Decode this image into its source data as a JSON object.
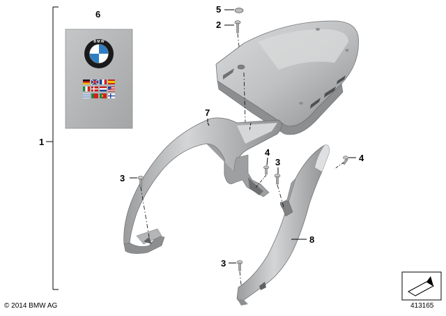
{
  "callouts": {
    "c1": "1",
    "c2": "2",
    "c3a": "3",
    "c3b": "3",
    "c3c": "3",
    "c4a": "4",
    "c4b": "4",
    "c5": "5",
    "c6": "6",
    "c7": "7",
    "c8": "8"
  },
  "footer": {
    "copyright": "© 2014 BMW AG",
    "diagram_number": "413165"
  },
  "manual_cover": {
    "logo_letters": "BMW",
    "flag_colors": [
      "#d11f1f",
      "#1b3f95",
      "#f2c200",
      "#1c8a3e",
      "#ffffff",
      "#c21a1a"
    ]
  },
  "colors": {
    "part_light": "#c4c6c8",
    "part_mid": "#a9abad",
    "part_dark": "#7f8183",
    "manual_bg": "#b3b5b7",
    "line": "#000000"
  }
}
